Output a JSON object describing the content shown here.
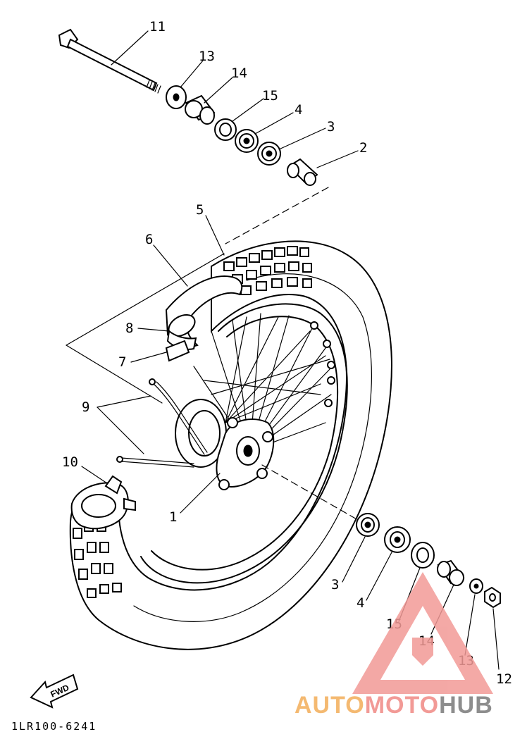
{
  "diagram": {
    "part_number": "1LR100-6241",
    "fwd_label": "FWD",
    "callouts": {
      "c1": "1",
      "c2": "2",
      "c3a": "3",
      "c3b": "3",
      "c4a": "4",
      "c4b": "4",
      "c5": "5",
      "c6": "6",
      "c7": "7",
      "c8": "8",
      "c9": "9",
      "c10": "10",
      "c11": "11",
      "c12": "12",
      "c13a": "13",
      "c13b": "13",
      "c14a": "14",
      "c14b": "14",
      "c15a": "15",
      "c15b": "15"
    }
  },
  "watermark": {
    "part1": "AUTO",
    "part2": "MOTO",
    "part3": "HUB",
    "colors": {
      "auto": "#f4b971",
      "moto": "#f29a96",
      "hub": "#8d8d8d",
      "logo": "#f29a96"
    }
  }
}
